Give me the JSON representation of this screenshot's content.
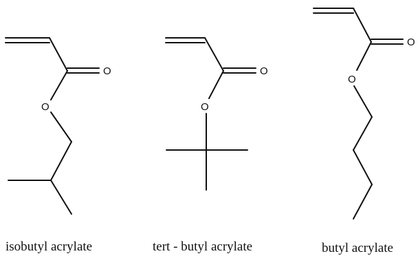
{
  "molecules": [
    {
      "name": "isobutyl acrylate",
      "atoms": [
        "O",
        "O"
      ]
    },
    {
      "name": "tert - butyl acrylate",
      "atoms": [
        "O",
        "O"
      ]
    },
    {
      "name": "butyl acrylate",
      "atoms": [
        "O",
        "O"
      ]
    }
  ]
}
